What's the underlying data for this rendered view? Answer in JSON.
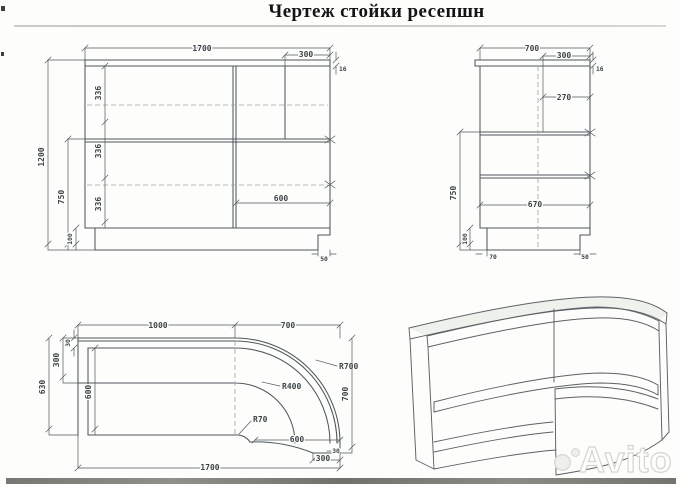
{
  "page": {
    "title": "Чертеж стойки ресепшн"
  },
  "watermark": {
    "brand": "Avito"
  },
  "front_view": {
    "dim_width_total": "1700",
    "dim_top_section": "300",
    "dim_thickness": "16",
    "dim_height_total": "1200",
    "dim_counter_height": "750",
    "dim_shelf_gap_1": "336",
    "dim_shelf_gap_2": "336",
    "dim_shelf_gap_3": "336",
    "dim_plinth_height": "100",
    "dim_inner_width": "600",
    "dim_notch": "50"
  },
  "side_view": {
    "dim_depth_total": "700",
    "dim_top_section": "300",
    "dim_thickness": "16",
    "dim_shelf_depth": "270",
    "dim_counter_height": "750",
    "dim_inner_depth": "670",
    "dim_plinth_height": "100",
    "dim_toe_offset": "70",
    "dim_notch": "50"
  },
  "plan_view": {
    "dim_straight_length": "1000",
    "dim_curve_span": "700",
    "dim_edge_inset": "30",
    "dim_counter_depth": "300",
    "dim_left_depth": "630",
    "dim_work_depth": "600",
    "radius_outer": "R700",
    "radius_mid": "R400",
    "radius_corner": "R70",
    "dim_inner_span": "600",
    "dim_end_width": "300",
    "dim_end_inset": "30",
    "dim_total_length": "1700",
    "dim_right_depth": "700"
  }
}
